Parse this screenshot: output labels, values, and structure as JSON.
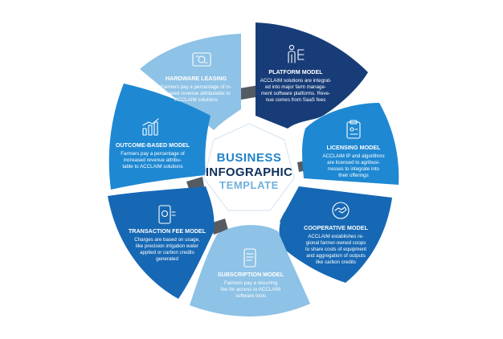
{
  "center": {
    "line1": "BUSINESS",
    "line2": "INFOGRAPHIC",
    "line3": "TEMPLATE"
  },
  "colors": {
    "navy": "#173C78",
    "blue": "#1668B4",
    "mid_blue": "#1E88D2",
    "light_blue": "#6FB0DC",
    "pale_blue": "#8EC2E6",
    "connector": "#555B63"
  },
  "segments": [
    {
      "id": "hardware-leasing",
      "icon": "hardware-icon",
      "title": "HARDWARE LEASING",
      "body": [
        "Farmers pay a percentage of in-",
        "creased revenue attributable to",
        "ACCLAIM solutions"
      ]
    },
    {
      "id": "platform-model",
      "icon": "person-network-icon",
      "title": "PLATFORM MODEL",
      "body": [
        "ACCLAIM solutions are integrat-",
        "ed into major farm manage-",
        "ment software platforms. Reve-",
        "nue comes from SaaS fees"
      ]
    },
    {
      "id": "licensing-model",
      "icon": "clipboard-icon",
      "title": "LICENSING MODEL",
      "body": [
        "ACCLAIM IP and algorithms",
        "are licensed to agribusi-",
        "nesses to integrate into",
        "their offerings"
      ]
    },
    {
      "id": "cooperative-model",
      "icon": "handshake-icon",
      "title": "COOPERATIVE MODEL",
      "body": [
        "ACCLAIM establishes re-",
        "gional farmer-owned coops",
        "to share costs of equipment",
        "and aggregation of outputs",
        "like carbon credits"
      ]
    },
    {
      "id": "subscription-model",
      "icon": "phone-document-icon",
      "title": "SUBSCRIPTION MODEL",
      "body": [
        "Farmers pay a recurring",
        "fee for access to ACCLAIM",
        "software tools"
      ]
    },
    {
      "id": "transaction-fee-model",
      "icon": "mobile-payment-icon",
      "title": "TRANSACTION FEE MODEL",
      "body": [
        "Charges are based on usage,",
        "like precision irrigation water",
        "applied or carbon credits",
        "generated"
      ]
    },
    {
      "id": "outcome-based-model",
      "icon": "growth-chart-icon",
      "title": "OUTCOME-BASED MODEL",
      "body": [
        "Farmers pay a percentage of",
        "increased revenue attribu-",
        "table to ACCLAIM solutions"
      ]
    }
  ]
}
